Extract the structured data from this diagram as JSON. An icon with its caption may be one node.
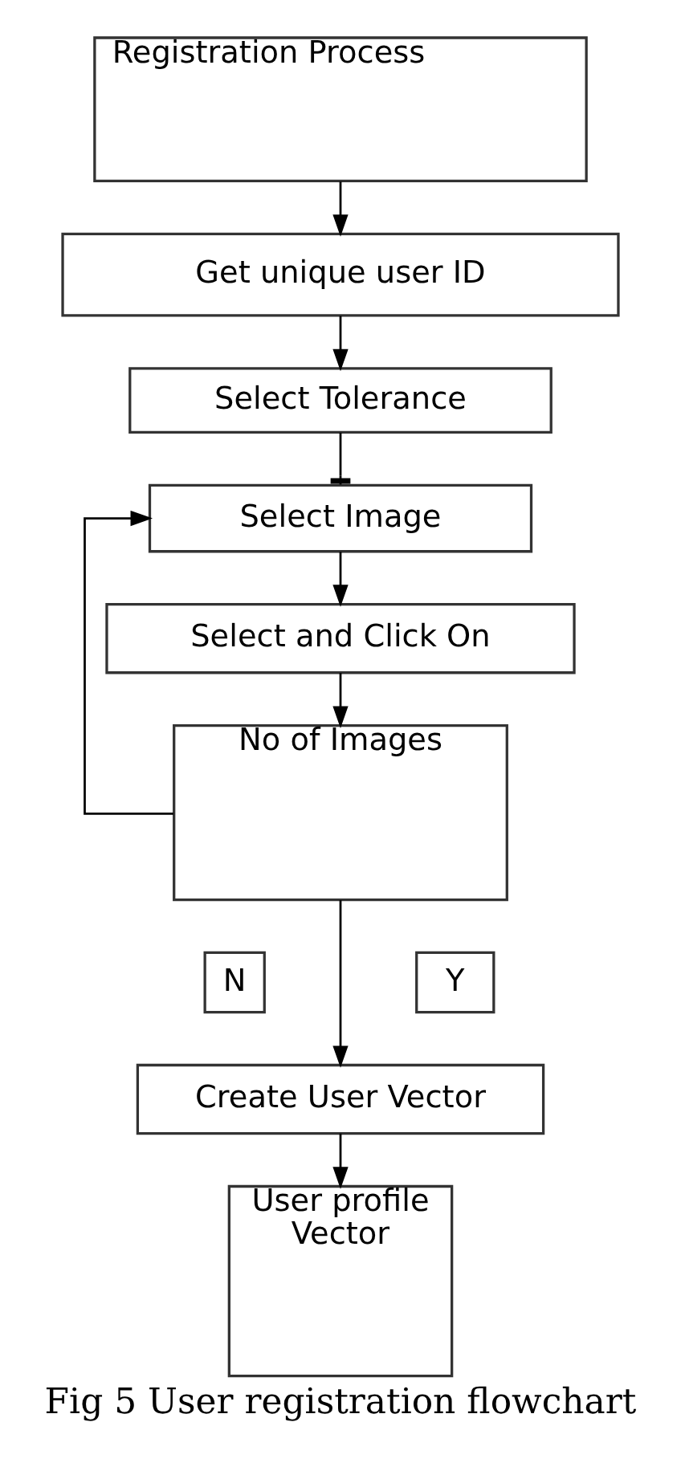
{
  "diagram": {
    "caption": "Fig 5 User registration flowchart",
    "nodes": [
      {
        "text": [
          "Registration Process"
        ]
      },
      {
        "text": [
          "Get unique user ID"
        ]
      },
      {
        "text": [
          "Select Tolerance"
        ]
      },
      {
        "text": [
          "Select Image"
        ]
      },
      {
        "text": [
          "Select and Click On"
        ]
      },
      {
        "text": [
          "No of Images"
        ]
      },
      {
        "text": [
          "N"
        ]
      },
      {
        "text": [
          "Y"
        ]
      },
      {
        "text": [
          "Create User Vector"
        ]
      },
      {
        "text": [
          "User profile Vector"
        ]
      }
    ],
    "edges": [
      {
        "from": 0,
        "to": 1,
        "arrow": "to"
      },
      {
        "from": 1,
        "to": 2,
        "arrow": "to"
      },
      {
        "from": 2,
        "to": 3,
        "arrow": "other"
      },
      {
        "from": 3,
        "to": 4,
        "arrow": "to"
      },
      {
        "from": 4,
        "to": 5,
        "arrow": "to"
      },
      {
        "from": 5,
        "to": 3,
        "arrow": "to"
      },
      {
        "from": 5,
        "to": 8,
        "arrow": "to"
      },
      {
        "from": 8,
        "to": 9,
        "arrow": "to"
      }
    ]
  }
}
